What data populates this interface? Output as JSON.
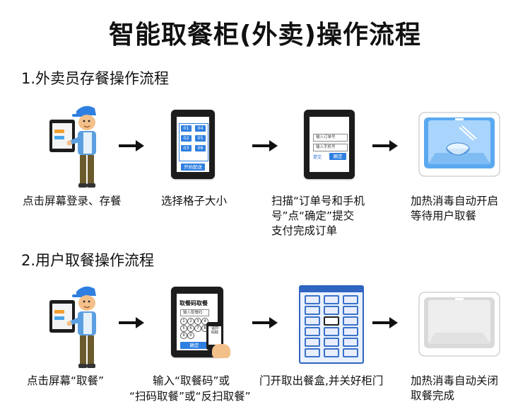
{
  "title": "智能取餐柜(外卖)操作流程",
  "section1": {
    "heading": "1.外卖员存餐操作流程",
    "steps": [
      {
        "caption": "点击屏幕登录、存餐"
      },
      {
        "caption": "选择格子大小",
        "screen": {
          "cells": [
            "01",
            "04",
            "02",
            "05",
            "03",
            "06"
          ],
          "button": "开始配送"
        }
      },
      {
        "caption": "扫描“订单号和手机\n号”点“确定”提交\n支付完成订单",
        "screen": {
          "field1": "输入订单号",
          "field2": "输入手机号",
          "left_label": "提交",
          "button": "确定"
        }
      },
      {
        "caption": "加热消毒自动开启\n等待用户取餐"
      }
    ]
  },
  "section2": {
    "heading": "2.用户取餐操作流程",
    "steps": [
      {
        "caption": "点击屏幕“取餐”"
      },
      {
        "caption_line1": "输入“取餐码”或",
        "caption_line2": "“扫码取餐”或“反扫取餐”",
        "screen": {
          "title": "取餐码取餐",
          "field": "输入取餐码",
          "keys": [
            "1",
            "2",
            "3",
            "4",
            "5",
            "6",
            "7",
            "8",
            "9",
            "0"
          ],
          "button": "确定",
          "phone_label": "请扫\n码取"
        }
      },
      {
        "caption": "门开取出餐盒,并关好柜门"
      },
      {
        "caption": "加热消毒自动关闭\n取餐完成"
      }
    ]
  },
  "colors": {
    "accent": "#2f7fe0",
    "screen_border": "#1c1c1c",
    "courier_shirt": "#5b9fe0",
    "courier_pants": "#6b5a2c"
  }
}
